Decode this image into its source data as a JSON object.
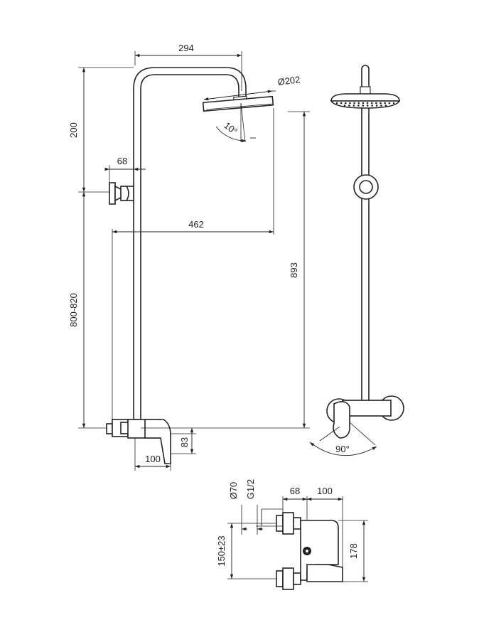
{
  "dimensions": {
    "d294": "294",
    "d202": "Ø202",
    "d10deg": "10°",
    "d200": "200",
    "d68_side": "68",
    "d462": "462",
    "d893": "893",
    "d800_820": "800-820",
    "d83": "83",
    "d100_side": "100",
    "d90deg": "90°",
    "d70": "Ø70",
    "dG12": "G1/2",
    "d68_bottom": "68",
    "d100_bottom": "100",
    "d150": "150±23",
    "d178": "178"
  }
}
